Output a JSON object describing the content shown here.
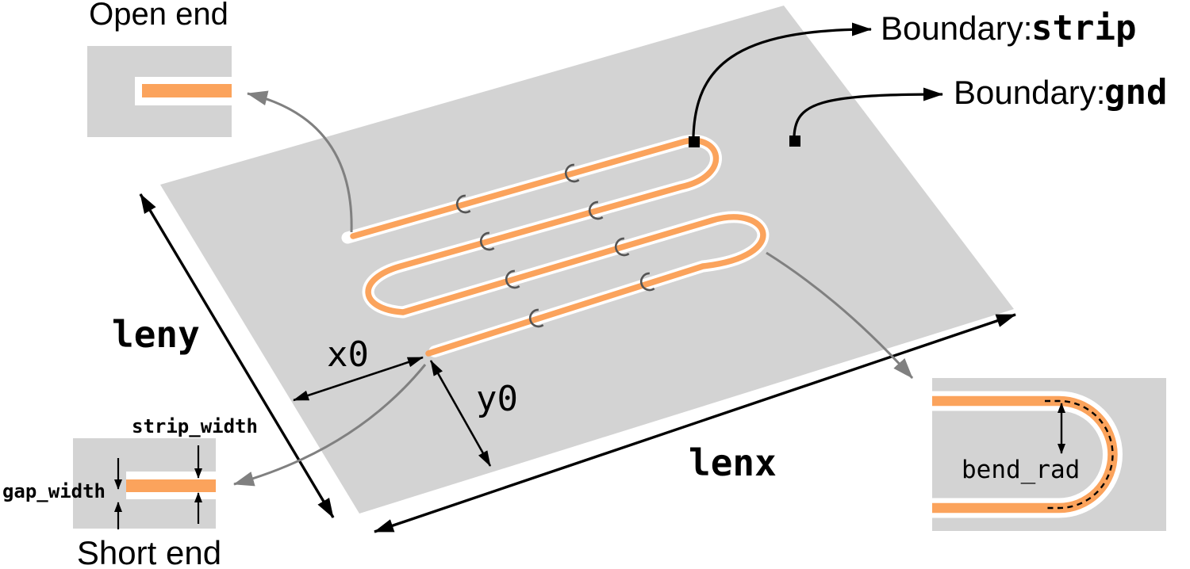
{
  "colors": {
    "substrate": "#d3d3d3",
    "strip": "#fba35c",
    "gap": "#ffffff",
    "ink": "#000000",
    "connector": "#808080",
    "tick": "#555555"
  },
  "open_end_inset": {
    "title": "Open end"
  },
  "short_end_inset": {
    "title": "Short end",
    "strip_width_label": "strip_width",
    "gap_width_label": "gap_width"
  },
  "bend_inset": {
    "radius_label": "bend_rad"
  },
  "boundaries": {
    "strip": {
      "prefix": "Boundary:",
      "value": "strip"
    },
    "gnd": {
      "prefix": "Boundary:",
      "value": "gnd"
    }
  },
  "dimensions": {
    "leny": "leny",
    "lenx": "lenx",
    "x0": "x0",
    "y0": "y0"
  }
}
